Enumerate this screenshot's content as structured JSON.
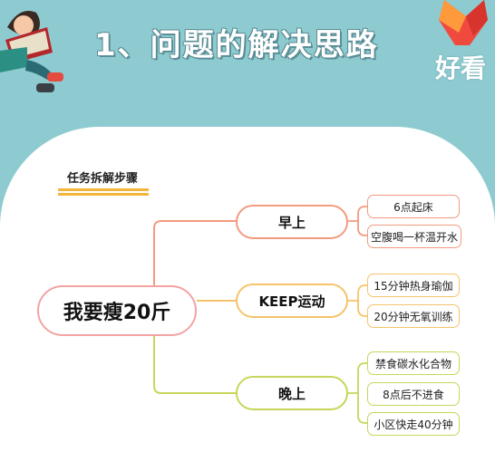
{
  "header": {
    "title": "1、问题的解决思路",
    "logo_text": "好看"
  },
  "mindmap": {
    "section_label": "任务拆解步骤",
    "root": "我要瘦20斤",
    "branches": [
      {
        "label": "早上",
        "color": "#f39b7f",
        "leaves": [
          "6点起床",
          "空腹喝一杯温开水"
        ]
      },
      {
        "label": "KEEP运动",
        "color": "#f6c36a",
        "leaves": [
          "15分钟热身瑜伽",
          "20分钟无氧训练"
        ]
      },
      {
        "label": "晚上",
        "color": "#c7d65a",
        "leaves": [
          "禁食碳水化合物",
          "8点后不进食",
          "小区快走40分钟"
        ]
      }
    ]
  },
  "colors": {
    "background": "#8ecbd0",
    "card": "#ffffff",
    "root_border": "#f3a3a3",
    "underline": "#f4b53c"
  }
}
